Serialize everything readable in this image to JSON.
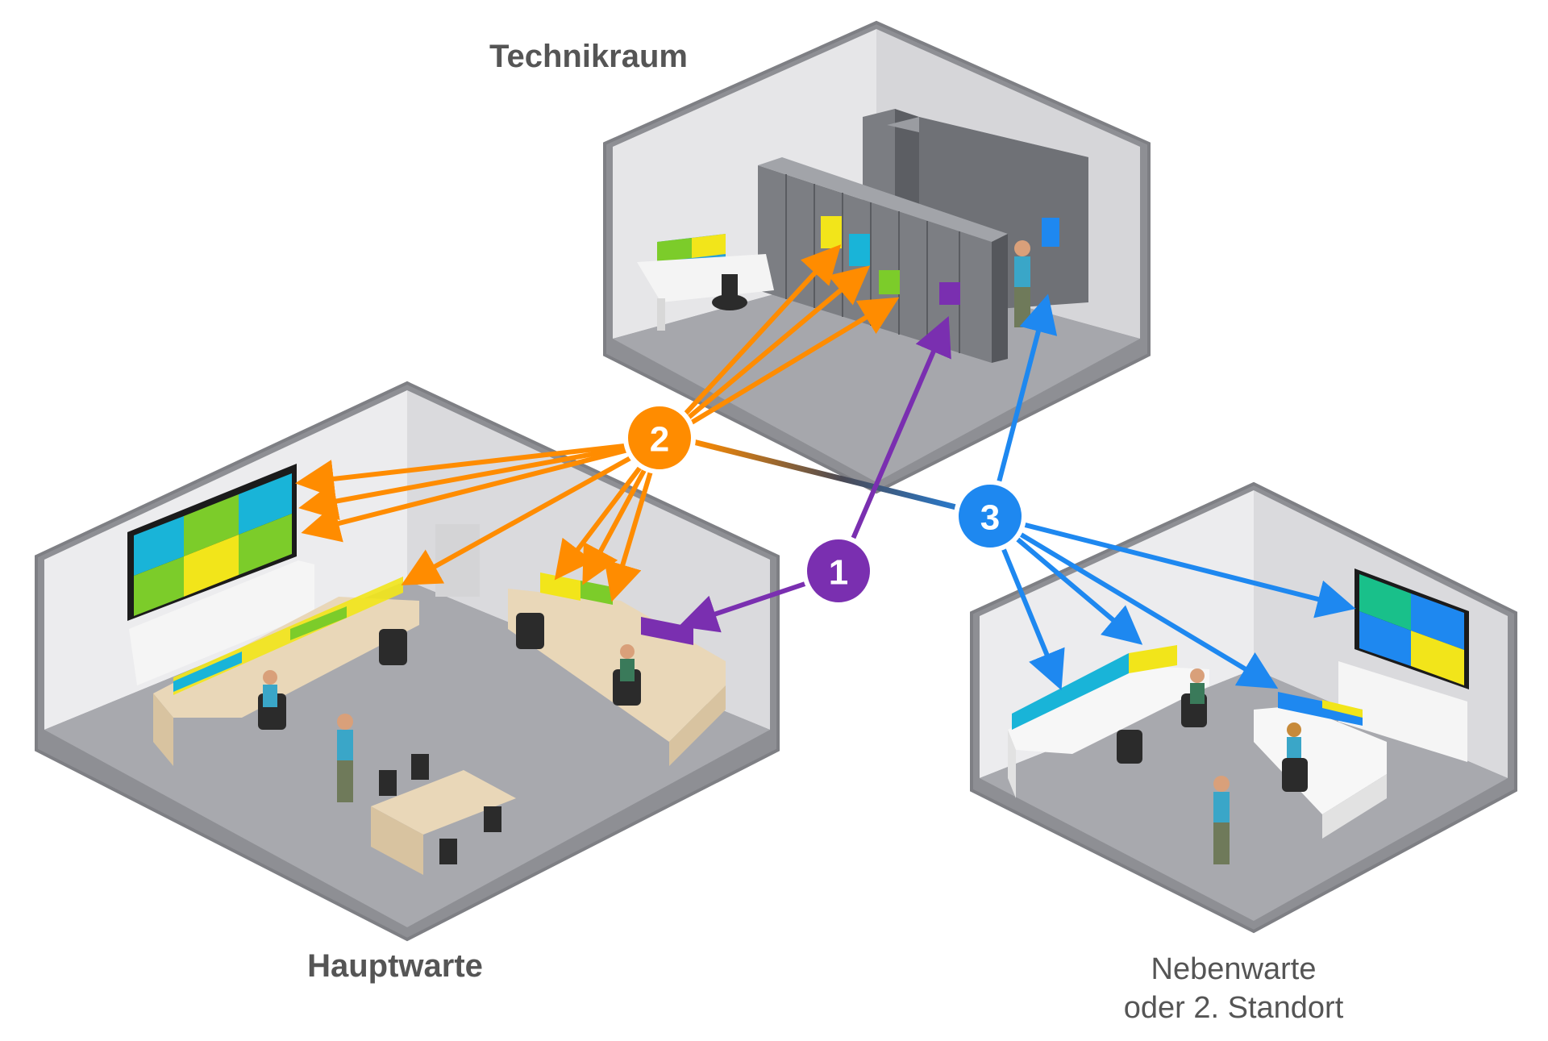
{
  "rooms": {
    "technikraum": "Technikraum",
    "hauptwarte": "Hauptwarte",
    "nebenwarte_line1": "Nebenwarte",
    "nebenwarte_line2": "oder 2. Standort"
  },
  "connections": [
    {
      "id": "1",
      "color": "#7a2fb0"
    },
    {
      "id": "2",
      "color": "#ff8c00"
    },
    {
      "id": "3",
      "color": "#1e88f0"
    }
  ],
  "colors": {
    "orange": "#ff8c00",
    "purple": "#7a2fb0",
    "blue": "#1e88f0",
    "wall": "#c9c9cc",
    "floor": "#9a9ba0"
  }
}
